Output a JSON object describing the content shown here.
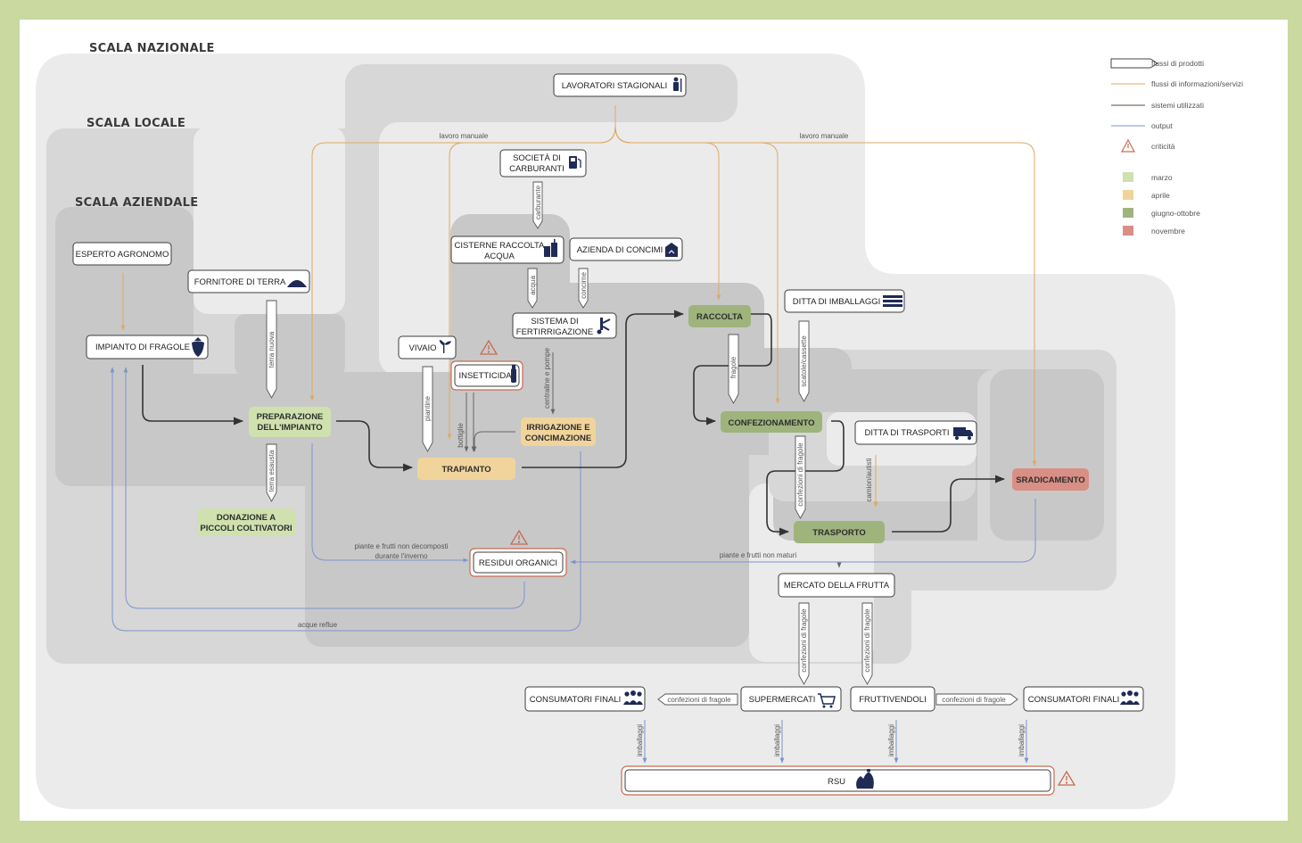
{
  "scales": {
    "national": "SCALA NAZIONALE",
    "local": "SCALA LOCALE",
    "company": "SCALA AZIENDALE"
  },
  "nodes": {
    "lavoratori": "LAVORATORI STAGIONALI",
    "societa_1": "SOCIETÀ DI",
    "societa_2": "CARBURANTI",
    "cisterne_1": "CISTERNE RACCOLTA",
    "cisterne_2": "ACQUA",
    "concimi": "AZIENDA DI CONCIMI",
    "sistema_1": "SISTEMA DI",
    "sistema_2": "FERTIRRIGAZIONE",
    "esperto": "ESPERTO AGRONOMO",
    "fornitore": "FORNITORE DI TERRA",
    "impianto": "IMPIANTO DI FRAGOLE",
    "vivaio": "VIVAIO",
    "insetticida": "INSETTICIDA",
    "imballaggi_ditta": "DITTA DI IMBALLAGGI",
    "trasporti_ditta": "DITTA DI TRASPORTI",
    "residui": "RESIDUI ORGANICI",
    "mercato": "MERCATO DELLA FRUTTA",
    "consumatori_sx": "CONSUMATORI FINALI",
    "supermercati": "SUPERMERCATI",
    "fruttivendoli": "FRUTTIVENDOLI",
    "consumatori_dx": "CONSUMATORI FINALI",
    "rsu": "RSU"
  },
  "stages": {
    "preparazione_1": "PREPARAZIONE",
    "preparazione_2": "DELL'IMPIANTO",
    "trapianto": "TRAPIANTO",
    "irrigazione_1": "IRRIGAZIONE E",
    "irrigazione_2": "CONCIMAZIONE",
    "raccolta": "RACCOLTA",
    "confezionamento": "CONFEZIONAMENTO",
    "trasporto": "TRASPORTO",
    "sradicamento": "SRADICAMENTO",
    "donazione_1": "DONAZIONE A",
    "donazione_2": "PICCOLI COLTIVATORI"
  },
  "flows": {
    "lavoro_sx": "lavoro manuale",
    "lavoro_dx": "lavoro manuale",
    "carburante": "carburante",
    "acqua": "acqua",
    "concime": "concime",
    "terra_nuova": "terra nuova",
    "piantine": "piantine",
    "bottiglie": "bottiglie",
    "centraline": "centraline e pompe",
    "fragole": "fragole",
    "scatole": "scatole/cassette",
    "confezioni_1": "confezioni di fragole",
    "camion": "camion/autisti",
    "terra_esausta": "terra esausta",
    "piante_inverno_1": "piante e frutti non decomposti",
    "piante_inverno_2": "durante l'inverno",
    "piante_non_maturi": "piante e frutti non maturi",
    "acque_reflue": "acque reflue",
    "confezioni_mercato_1": "confezioni di fragole",
    "confezioni_mercato_2": "confezioni di fragole",
    "confezioni_sx": "confezioni di fragole",
    "confezioni_dx": "confezioni di fragole",
    "imballaggi_1": "imballaggi",
    "imballaggi_2": "imballaggi",
    "imballaggi_3": "imballaggi",
    "imballaggi_4": "imballaggi"
  },
  "legend": {
    "prodotti": "flussi di prodotti",
    "informazioni": "flussi di informazioni/servizi",
    "sistemi": "sistemi utilizzati",
    "output": "output",
    "criticita": "criticità",
    "marzo": "marzo",
    "aprile": "aprile",
    "giugno": "giugno-ottobre",
    "novembre": "novembre"
  },
  "colors": {
    "frame": "#c9d9a0",
    "marzo": "#cfe1ae",
    "aprile": "#f0d49b",
    "giugno": "#9fb37c",
    "novembre": "#d98f85",
    "info_flow": "#e0a862",
    "output_flow": "#7c93cf",
    "critical": "#c96a50"
  }
}
